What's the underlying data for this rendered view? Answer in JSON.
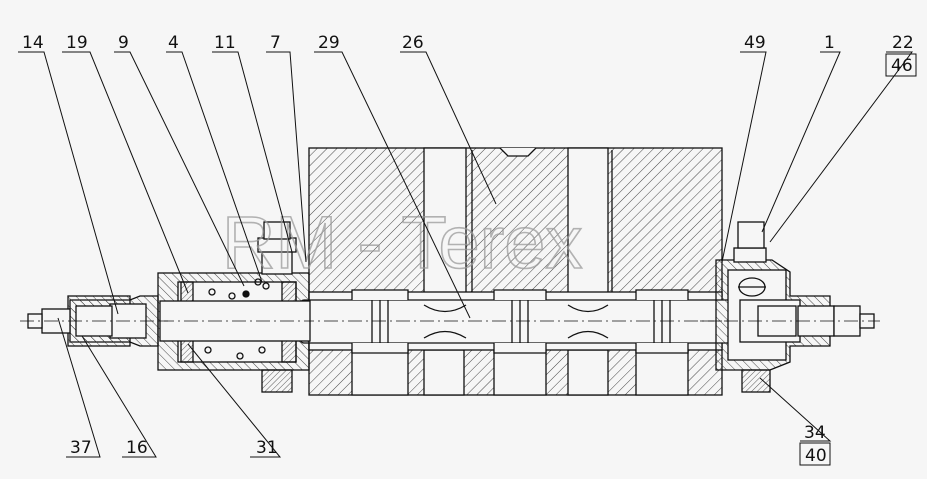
{
  "drawing": {
    "watermark": "RM - Terex",
    "callouts": [
      {
        "id": "c14",
        "label": "14"
      },
      {
        "id": "c19",
        "label": "19"
      },
      {
        "id": "c9",
        "label": "9"
      },
      {
        "id": "c4",
        "label": "4"
      },
      {
        "id": "c11",
        "label": "11"
      },
      {
        "id": "c7",
        "label": "7"
      },
      {
        "id": "c29",
        "label": "29"
      },
      {
        "id": "c26",
        "label": "26"
      },
      {
        "id": "c49",
        "label": "49"
      },
      {
        "id": "c1",
        "label": "1"
      },
      {
        "id": "c22",
        "label": "22"
      },
      {
        "id": "c46",
        "label": "46"
      },
      {
        "id": "c37",
        "label": "37"
      },
      {
        "id": "c16",
        "label": "16"
      },
      {
        "id": "c31",
        "label": "31"
      },
      {
        "id": "c34",
        "label": "34"
      },
      {
        "id": "c40",
        "label": "40"
      }
    ]
  }
}
